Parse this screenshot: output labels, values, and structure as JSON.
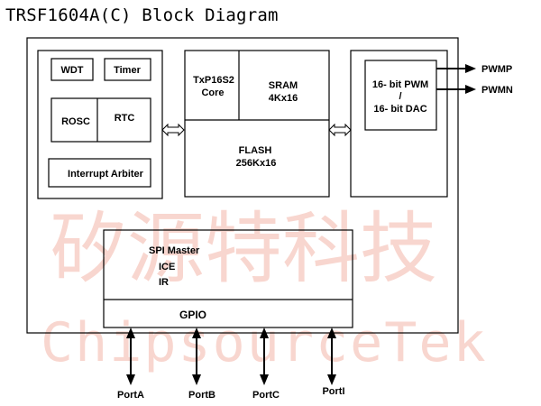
{
  "title": "TRSF1604A(C) Block Diagram",
  "watermark": {
    "line1": "矽源特科技",
    "line2": "ChipsourceTek"
  },
  "blocks": {
    "wdt": "WDT",
    "timer": "Timer",
    "rosc": "ROSC",
    "rtc": "RTC",
    "interrupt_arbiter": "Interrupt Arbiter",
    "core_line1": "TxP16S2",
    "core_line2": "Core",
    "sram_line1": "SRAM",
    "sram_line2": "4Kx16",
    "flash_line1": "FLASH",
    "flash_line2": "256Kx16",
    "pwm_line1": "16- bit PWM",
    "pwm_line2": "/",
    "pwm_line3": "16- bit DAC",
    "spi_master": "SPI Master",
    "ice": "ICE",
    "ir": "IR",
    "gpio": "GPIO"
  },
  "outputs": [
    "PWMP",
    "PWMN"
  ],
  "ports": [
    "PortA",
    "PortB",
    "PortC",
    "PortI"
  ],
  "colors": {
    "line": "#000000",
    "watermark": "#f6c9bf"
  }
}
